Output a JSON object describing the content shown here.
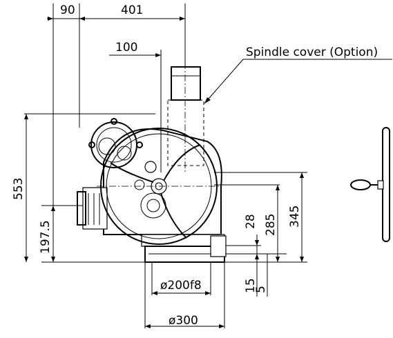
{
  "dimensions": {
    "d90": "90",
    "d401": "401",
    "d100": "100",
    "d553": "553",
    "d197_5": "197.5",
    "d28": "28",
    "d285": "285",
    "d345": "345",
    "d200f8": "ø200f8",
    "d15": "15",
    "d5": "5",
    "d300": "ø300"
  },
  "labels": {
    "spindle_cover": "Spindle cover (Option)"
  }
}
